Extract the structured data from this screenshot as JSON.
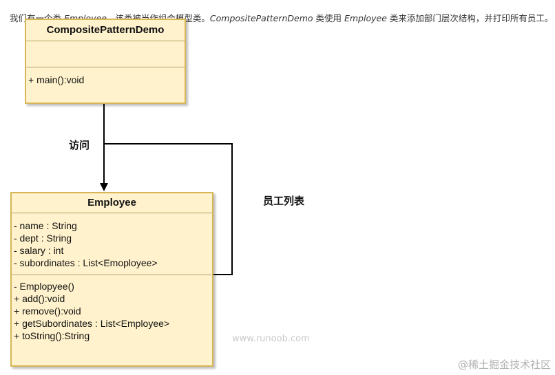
{
  "intro": {
    "part1": "我们有一个类 ",
    "em1": "Employee",
    "part2": "，该类被当作组合模型类。",
    "em2": "CompositePatternDemo",
    "part3": " 类使用 ",
    "em3": "Employee",
    "part4": " 类来添加部门层次结构，并打印所有员工。"
  },
  "diagram": {
    "demo_class": {
      "name": "CompositePatternDemo",
      "attributes": [],
      "operations": [
        "+ main():void"
      ]
    },
    "employee_class": {
      "name": "Employee",
      "attributes": [
        "- name : String",
        "- dept : String",
        "- salary : int",
        "- subordinates : List<Emoployee>"
      ],
      "operations": [
        "- Emplopyee()",
        "+ add():void",
        "+ remove():void",
        "+ getSubordinates : List<Employee>",
        "+ toString():String"
      ]
    },
    "edges": {
      "access_label": "访问",
      "list_label": "员工列表"
    }
  },
  "watermark": "www.runoob.com",
  "brand_watermark": "@稀土掘金技术社区"
}
